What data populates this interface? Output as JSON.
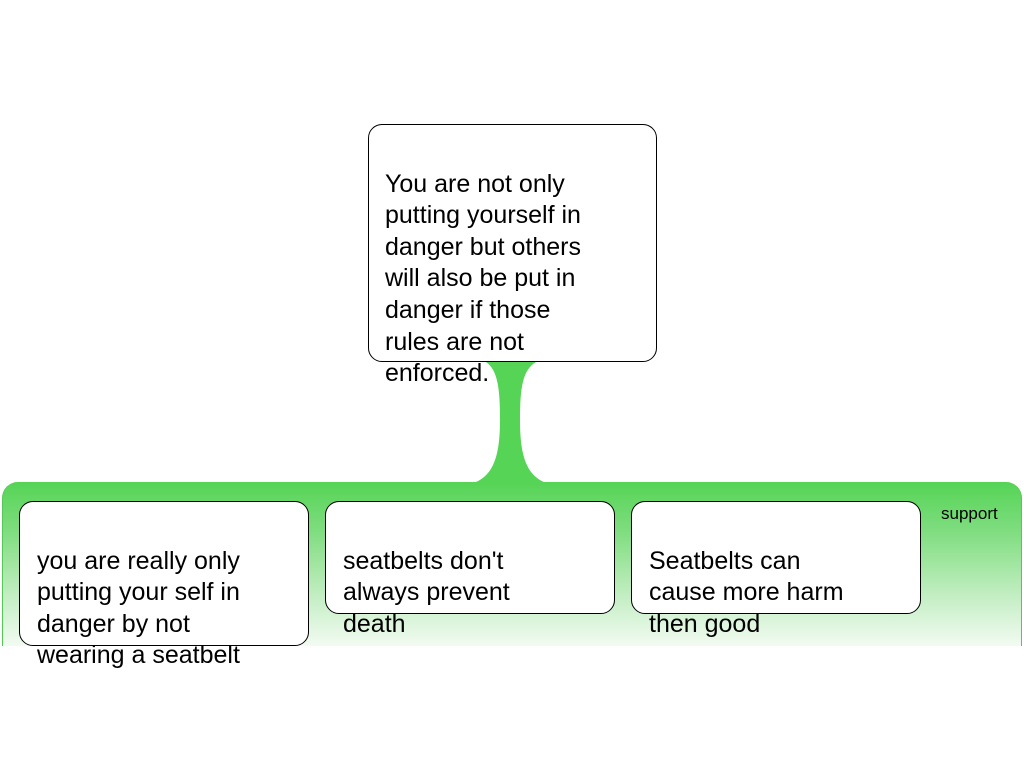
{
  "main_claim": {
    "text": "You are not only\nputting yourself in\ndanger but others\nwill also be put in\ndanger if those\nrules are not\nenforced."
  },
  "support_group": {
    "label": "support",
    "color": "#55d455",
    "items": [
      {
        "text": "you are really only\nputting your self in\ndanger by not\nwearing a seatbelt"
      },
      {
        "text": "seatbelts don't\nalways prevent\ndeath"
      },
      {
        "text": "Seatbelts can\ncause more harm\nthen good"
      }
    ]
  }
}
